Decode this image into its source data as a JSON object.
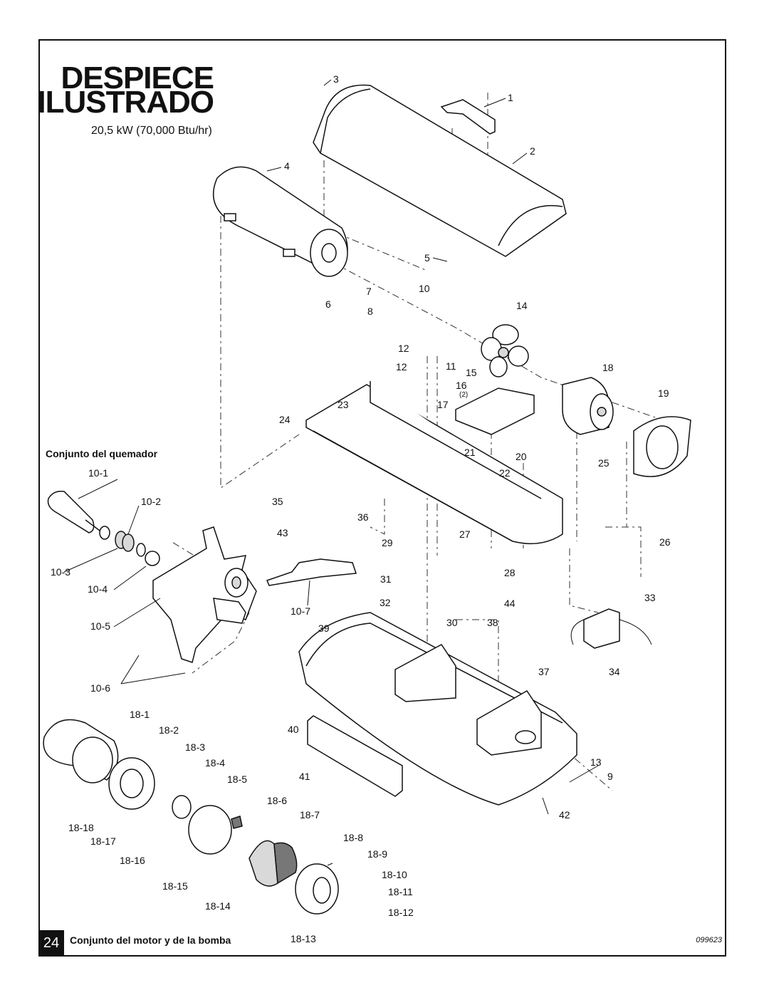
{
  "header": {
    "title_line1": "DESPIECE",
    "title_line2": "ILUSTRADO",
    "subtitle": "20,5 kW (70,000 Btu/hr)"
  },
  "sections": {
    "burner": "Conjunto del quemador",
    "motor_pump": "Conjunto del motor y de la bomba"
  },
  "footer": {
    "page_number": "24",
    "figure_code": "099623"
  },
  "callouts": {
    "c1": "1",
    "c2": "2",
    "c3": "3",
    "c4": "4",
    "c5": "5",
    "c6": "6",
    "c7": "7",
    "c8": "8",
    "c9": "9",
    "c10": "10",
    "c11": "11",
    "c12a": "12",
    "c12b": "12",
    "c13": "13",
    "c14": "14",
    "c15": "15",
    "c16": "16",
    "c16q": "(2)",
    "c17": "17",
    "c18": "18",
    "c19": "19",
    "c20": "20",
    "c21": "21",
    "c22": "22",
    "c23": "23",
    "c24": "24",
    "c25": "25",
    "c26": "26",
    "c27": "27",
    "c28": "28",
    "c29": "29",
    "c30": "30",
    "c31": "31",
    "c32": "32",
    "c33": "33",
    "c34": "34",
    "c35": "35",
    "c36": "36",
    "c37": "37",
    "c38": "38",
    "c39": "39",
    "c40": "40",
    "c41": "41",
    "c42": "42",
    "c43": "43",
    "c44": "44",
    "c10_1": "10-1",
    "c10_2": "10-2",
    "c10_3": "10-3",
    "c10_4": "10-4",
    "c10_5": "10-5",
    "c10_6": "10-6",
    "c10_7": "10-7",
    "c18_1": "18-1",
    "c18_2": "18-2",
    "c18_3": "18-3",
    "c18_4": "18-4",
    "c18_5": "18-5",
    "c18_6": "18-6",
    "c18_7": "18-7",
    "c18_8": "18-8",
    "c18_9": "18-9",
    "c18_10": "18-10",
    "c18_11": "18-11",
    "c18_12": "18-12",
    "c18_13": "18-13",
    "c18_14": "18-14",
    "c18_15": "18-15",
    "c18_16": "18-16",
    "c18_17": "18-17",
    "c18_18": "18-18"
  }
}
